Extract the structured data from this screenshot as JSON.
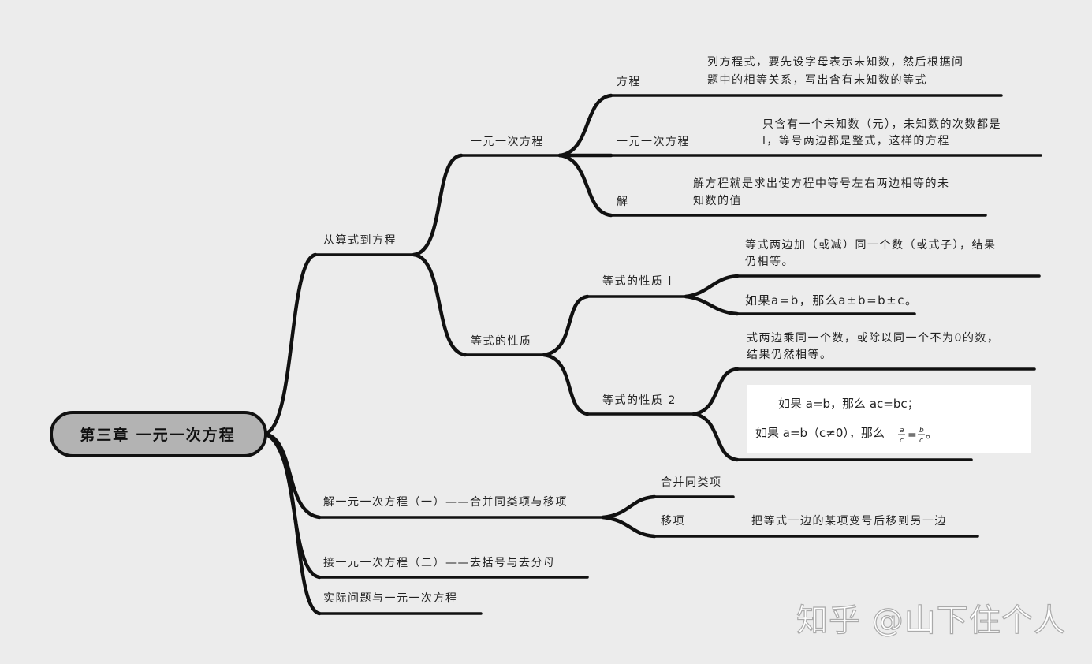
{
  "root": "第三章  一元一次方程",
  "branches": {
    "b1": "从算式到方程",
    "b1_1": "一元一次方程",
    "b1_1_a": "方程",
    "b1_1_a_desc": [
      "列方程式，要先设字母表示未知数，然后根据问",
      "题中的相等关系，写出含有未知数的等式"
    ],
    "b1_1_b": "一元一次方程",
    "b1_1_b_desc": [
      "只含有一个未知数（元），未知数的次数都是",
      "l，等号两边都是整式，这样的方程"
    ],
    "b1_1_c": "解",
    "b1_1_c_desc": [
      "解方程就是求出使方程中等号左右两边相等的未",
      "知数的值"
    ],
    "b1_2": "等式的性质",
    "b1_2_a": "等式的性质 l",
    "b1_2_a_desc": [
      "等式两边加（或减）同一个数（或式子），结果",
      "仍相等。"
    ],
    "b1_2_a_ex": "如果a=b，那么a±b=b±c。",
    "b1_2_b": "等式的性质 2",
    "b1_2_b_desc": [
      "式两边乘同一个数，或除以同一个不为0的数，",
      "结果仍然相等。"
    ],
    "b1_2_b_ex": [
      "如果 a=b，那么 ac=bc；",
      "如果 a=b（c≠0），那么",
      "a",
      "c",
      "=",
      "b",
      "c",
      "。"
    ],
    "b2": "解一元一次方程（一）——合并同类项与移项",
    "b2_a": "合并同类项",
    "b2_b": "移项",
    "b2_b_desc": "把等式一边的某项变号后移到另一边",
    "b3": "接一元一次方程（二）——去括号与去分母",
    "b4": "实际问题与一元一次方程"
  },
  "watermark": "知乎 @山下住个人"
}
